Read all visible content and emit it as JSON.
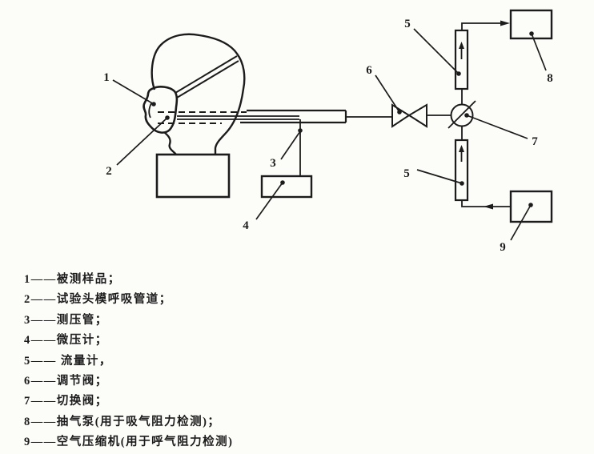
{
  "colors": {
    "ink": "#1c1c1c",
    "paper": "#fcfcf9"
  },
  "diagram": {
    "callouts": [
      {
        "num": "1"
      },
      {
        "num": "2"
      },
      {
        "num": "3"
      },
      {
        "num": "4"
      },
      {
        "num": "5"
      },
      {
        "num": "6"
      },
      {
        "num": "7"
      },
      {
        "num": "8"
      },
      {
        "num": "5"
      },
      {
        "num": "9"
      }
    ]
  },
  "legend": {
    "items": [
      {
        "line": "1——被测样品；"
      },
      {
        "line": "2——试验头模呼吸管道；"
      },
      {
        "line": "3——测压管；"
      },
      {
        "line": "4——微压计；"
      },
      {
        "line": "5—— 流量计，"
      },
      {
        "line": "6——调节阀；"
      },
      {
        "line": "7——切换阀；"
      },
      {
        "line": "8——抽气泵(用于吸气阻力检测)；"
      },
      {
        "line": "9——空气压缩机(用于呼气阻力检测)"
      }
    ]
  }
}
